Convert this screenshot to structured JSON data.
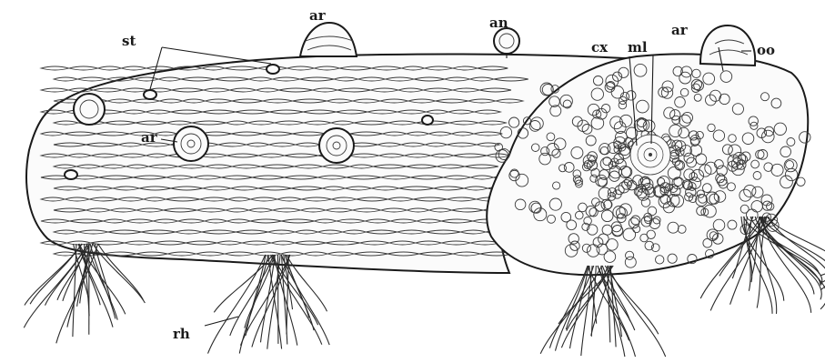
{
  "figure": {
    "description_labels": {
      "ar_top": "ar",
      "an": "an",
      "st": "st",
      "ar_left": "ar",
      "cx": "cx",
      "ml": "ml",
      "ar_right": "ar",
      "oo": "oo",
      "rh": "rh"
    },
    "colors": {
      "ink": "#1a1a1a",
      "paper": "#ffffff"
    }
  }
}
